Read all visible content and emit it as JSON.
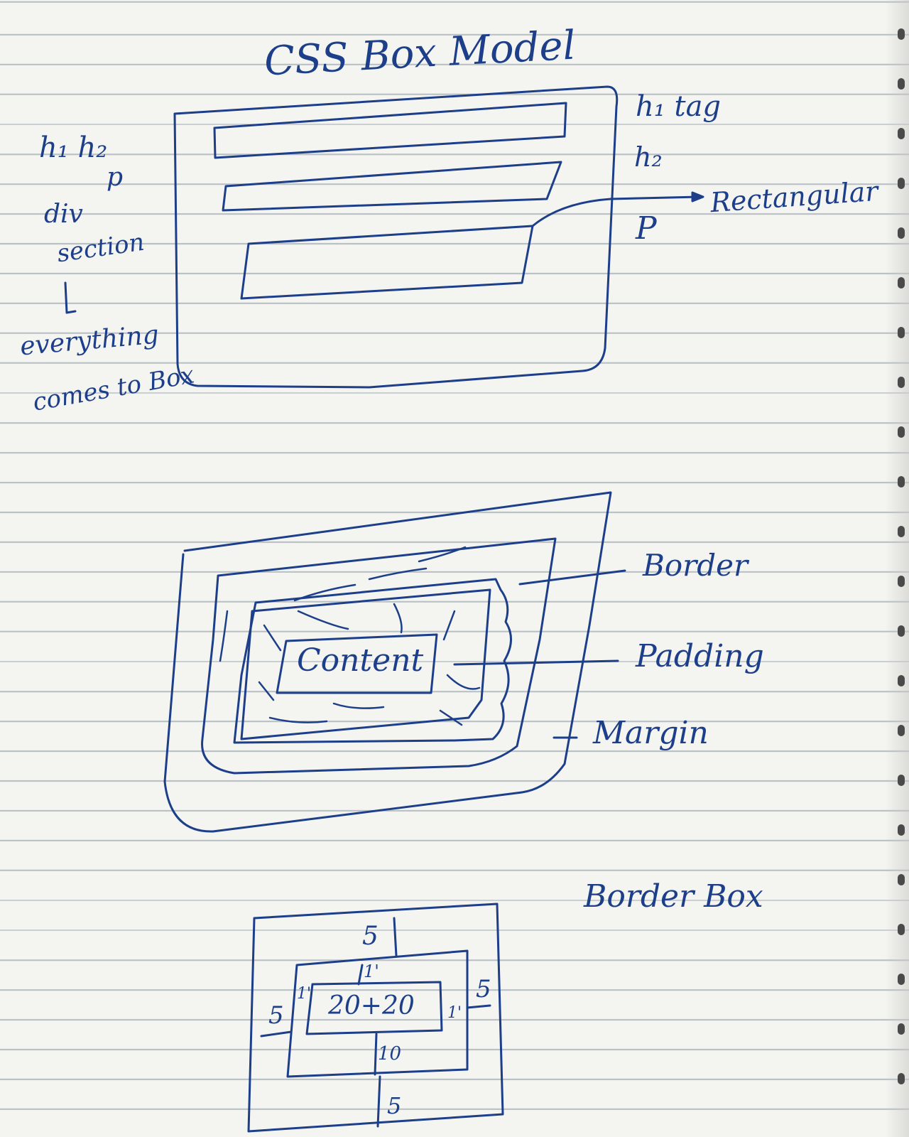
{
  "title": "CSS Box Model",
  "side_notes": [
    "h₁ h₂",
    "p",
    "div",
    "section",
    "↳",
    "everything",
    "comes to Box"
  ],
  "right_labels": {
    "h1": "h₁ tag",
    "h2": "h₂",
    "p": "P",
    "rect": "Rectangular"
  },
  "box_diagram": {
    "content": "Content",
    "border": "Border",
    "padding": "Padding",
    "margin": "Margin"
  },
  "border_box": {
    "title": "Border Box",
    "top_outer": "5",
    "top_inner": "1'",
    "left_outer": "5",
    "left_inner": "1'",
    "center": "20+20",
    "right_inner": "1'",
    "right_outer": "5",
    "bottom_inner": "10",
    "bottom_outer": "5"
  },
  "colors": {
    "ink": "#1d3f8a",
    "paper": "#f4f4f1",
    "rule": "#b8c0c4"
  }
}
